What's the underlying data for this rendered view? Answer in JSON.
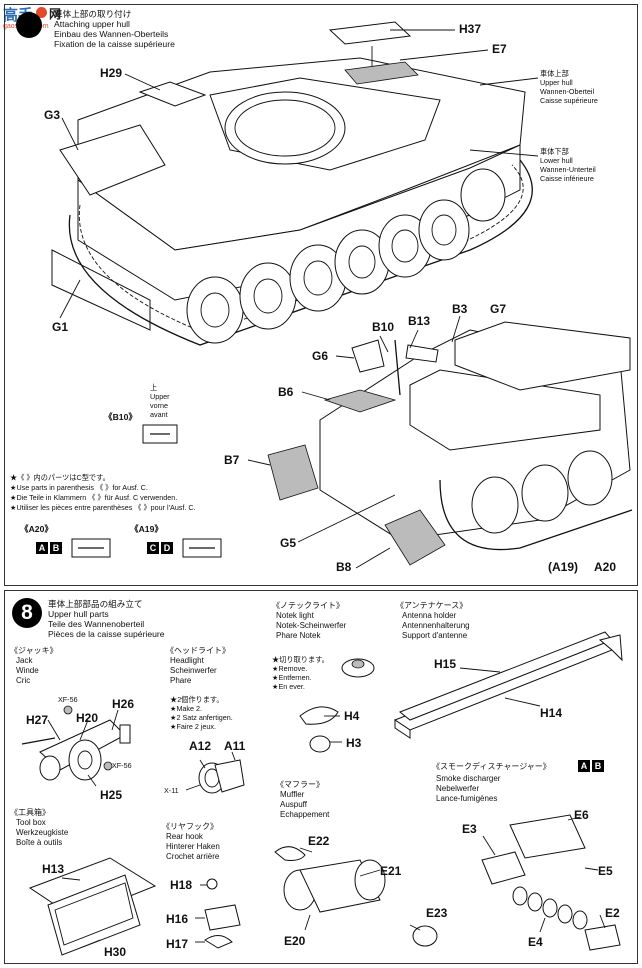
{
  "watermark": {
    "brand_cn": "高手",
    "brand_tag": "网",
    "brand_url": "gaoshous.com"
  },
  "step7": {
    "title_jp": "車体上部の取り付け",
    "title_en": "Attaching upper hull",
    "title_de": "Einbau des Wannen-Oberteils",
    "title_fr": "Fixation de la caisse supérieure",
    "callouts": [
      {
        "id": "H37"
      },
      {
        "id": "E7"
      },
      {
        "id": "H29"
      },
      {
        "id": "G3"
      },
      {
        "id": "G1"
      },
      {
        "id": "B10"
      },
      {
        "id": "B13"
      },
      {
        "id": "B3"
      },
      {
        "id": "G7"
      },
      {
        "id": "G6"
      },
      {
        "id": "B6"
      },
      {
        "id": "B7"
      },
      {
        "id": "G5"
      },
      {
        "id": "B8"
      },
      {
        "id": "(A19)"
      },
      {
        "id": "A20"
      }
    ],
    "upper_hull_label": [
      "車体上部",
      "Upper hull",
      "Wannen-Oberteil",
      "Caisse supérieure"
    ],
    "lower_hull_label": [
      "車体下部",
      "Lower hull",
      "Wannen-Unterteil",
      "Caisse inférieure"
    ],
    "detail_b10": {
      "ref": "《B10》",
      "lines": [
        "上",
        "Upper",
        "vorne",
        "avant"
      ]
    },
    "notes": [
      "★《 》内のパーツはC型です。",
      "★Use parts in parenthesis 《 》for Ausf. C.",
      "★Die Teile in Klammern 《 》für Ausf. C verwenden.",
      "★Utiliser les pièces entre parenthèses 《 》pour l'Ausf. C."
    ],
    "option_a20": {
      "ref": "《A20》",
      "boxes": [
        "A",
        "B"
      ]
    },
    "option_a19": {
      "ref": "《A19》",
      "boxes": [
        "C",
        "D"
      ]
    }
  },
  "step8": {
    "number": "8",
    "title_jp": "車体上部部品の組み立て",
    "title_en": "Upper hull parts",
    "title_de": "Teile des Wannenoberteil",
    "title_fr": "Pièces de la caisse supérieure",
    "jack": {
      "title": [
        "《ジャッキ》",
        "Jack",
        "Winde",
        "Cric"
      ],
      "parts": [
        "H26",
        "H27",
        "H20",
        "H25"
      ],
      "paints": [
        "XF-56",
        "XF-56"
      ]
    },
    "headlight": {
      "title": [
        "《ヘッドライト》",
        "Headlight",
        "Scheinwerfer",
        "Phare"
      ],
      "notes": [
        "★2個作ります。",
        "★Make 2.",
        "★2 Satz anfertigen.",
        "★Faire 2 jeux."
      ],
      "parts": [
        "A12",
        "A11"
      ],
      "paint": "X-11"
    },
    "notek": {
      "title": [
        "《ノテックライト》",
        "Notek light",
        "Notek-Scheinwerfer",
        "Phare Notek"
      ],
      "notes": [
        "★切り取ります。",
        "★Remove.",
        "★Entfernen.",
        "★En ever."
      ],
      "parts": [
        "H4",
        "H3"
      ]
    },
    "antenna": {
      "title": [
        "《アンテナケース》",
        "Antenna holder",
        "Antennenhalterung",
        "Support d'antenne"
      ],
      "parts": [
        "H15",
        "H14"
      ]
    },
    "toolbox": {
      "title": [
        "《工具箱》",
        "Tool box",
        "Werkzeugkiste",
        "Boîte à outils"
      ],
      "parts": [
        "H13",
        "H30"
      ]
    },
    "rear_hook": {
      "title": [
        "《リヤフック》",
        "Rear hook",
        "Hinterer Haken",
        "Crochet arrière"
      ],
      "parts": [
        "H18",
        "H16",
        "H17"
      ]
    },
    "muffler": {
      "title": [
        "《マフラー》",
        "Muffler",
        "Auspuff",
        "Echappement"
      ],
      "parts": [
        "E22",
        "E21",
        "E20",
        "E23"
      ]
    },
    "smoke": {
      "title": [
        "《スモークディスチャージャー》",
        "Smoke discharger",
        "Nebelwerfer",
        "Lance-fumigènes"
      ],
      "boxes": [
        "A",
        "B"
      ],
      "parts": [
        "E6",
        "E3",
        "E5",
        "E4",
        "E2"
      ]
    }
  }
}
